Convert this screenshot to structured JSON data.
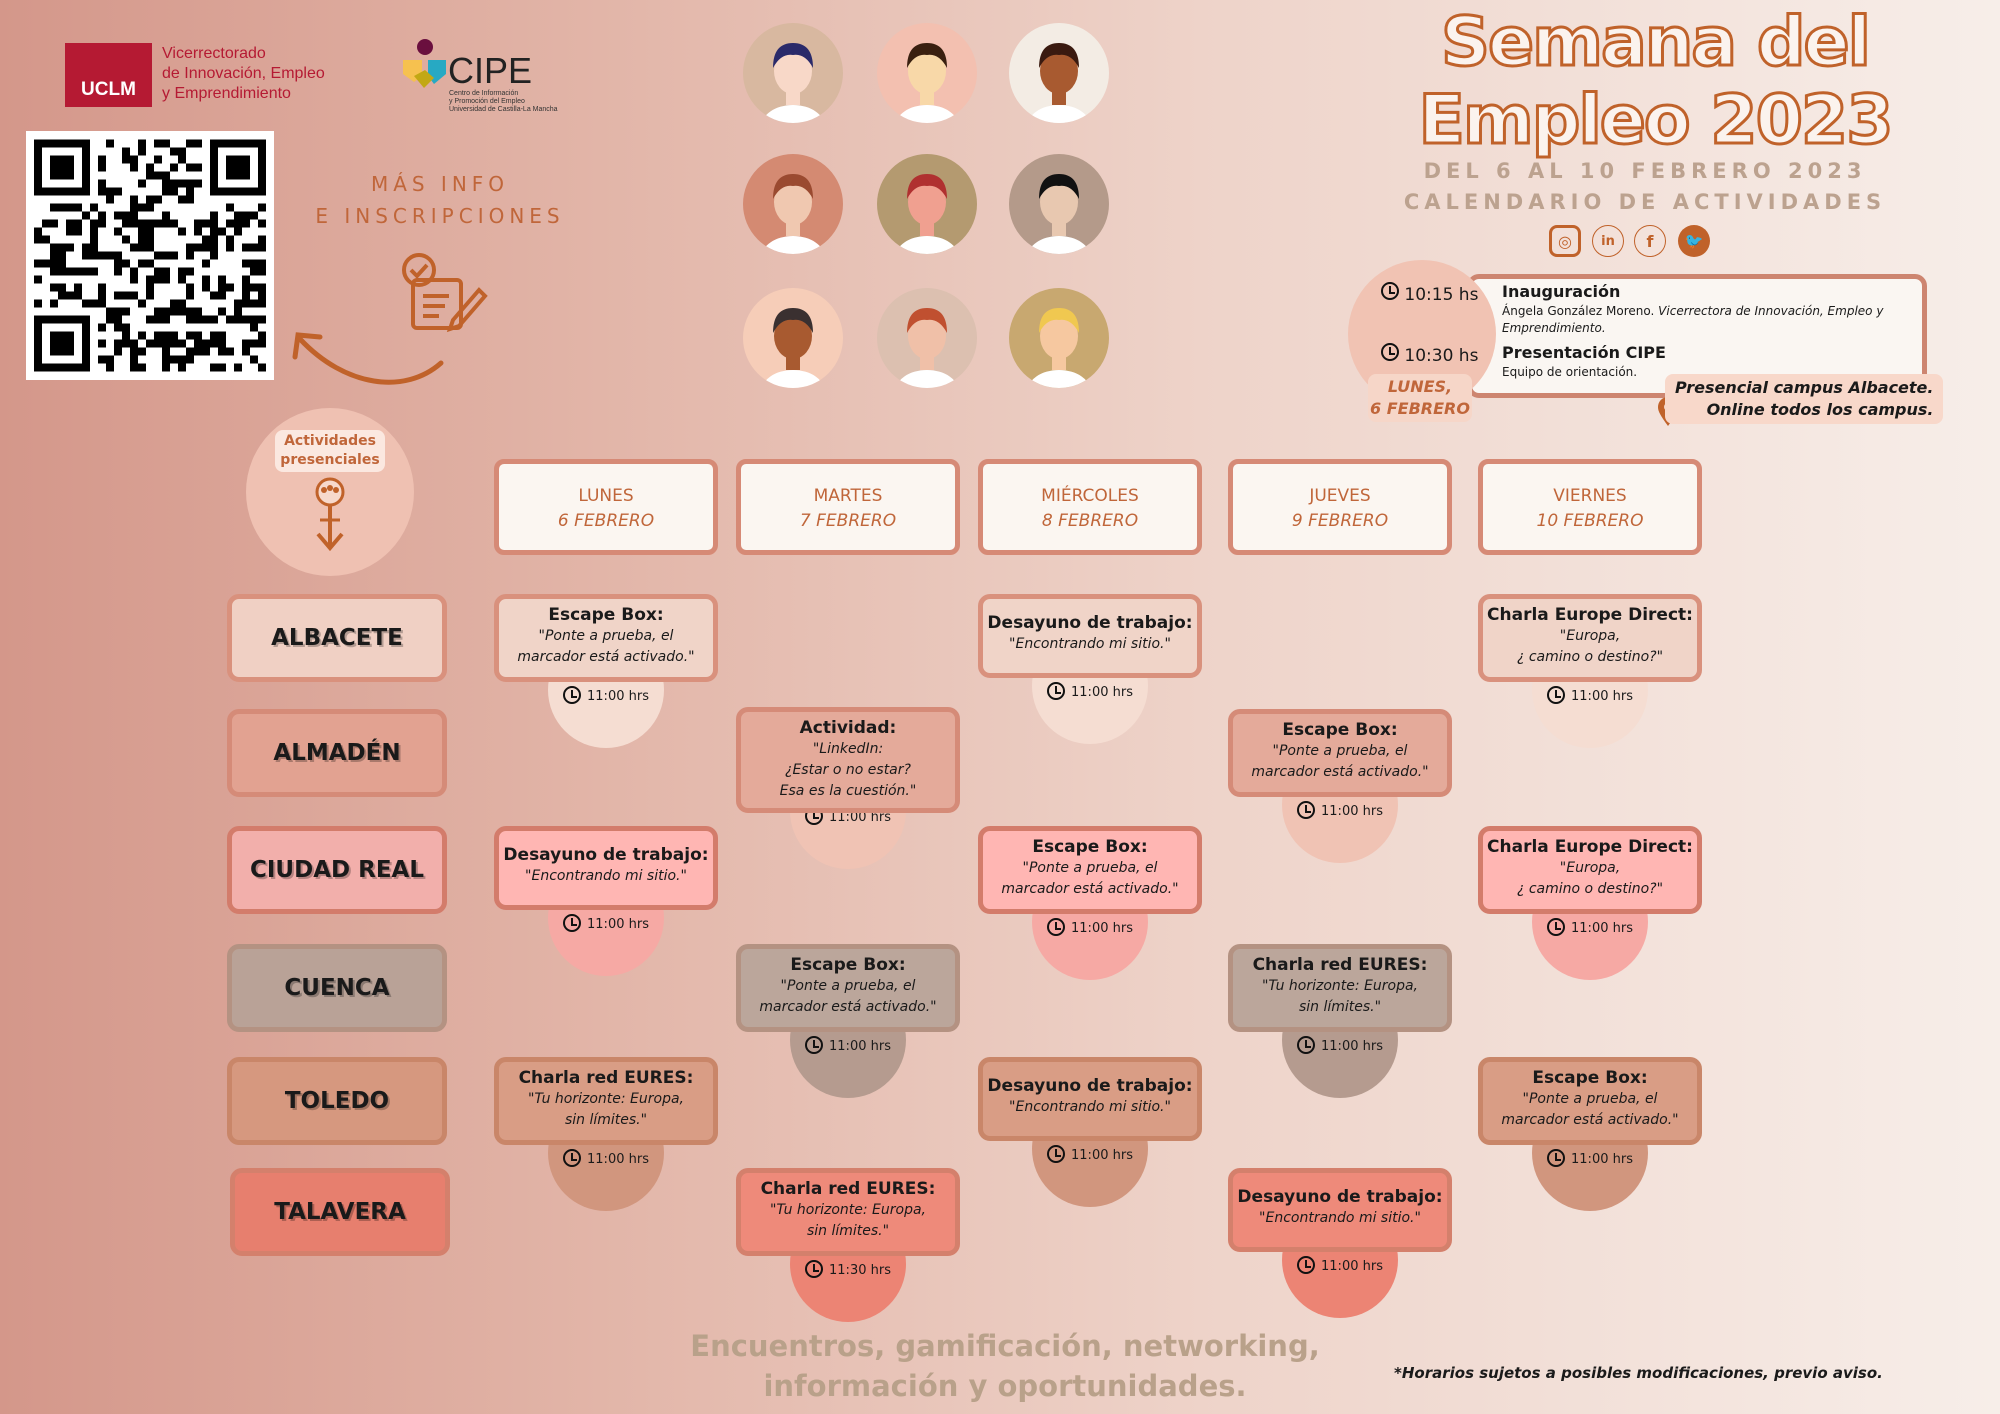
{
  "logos": {
    "uclm": "UCLM",
    "vicerrectorado": [
      "Vicerrectorado",
      "de Innovación, Empleo",
      "y Emprendimiento"
    ],
    "cipe": "CIPE",
    "cipe_sub": [
      "Centro de Información",
      "y Promoción del Empleo",
      "Universidad de Castilla-La Mancha"
    ]
  },
  "info": {
    "line1": "MÁS INFO",
    "line2": "E INSCRIPCIONES"
  },
  "activities_badge": {
    "line1": "Actividades",
    "line2": "presenciales"
  },
  "header": {
    "title_line1": "Semana del",
    "title_line2": "Empleo 2023",
    "dates": "DEL 6 AL 10 FEBRERO 2023",
    "subtitle": "CALENDARIO DE ACTIVIDADES",
    "social": [
      "instagram-icon",
      "linkedin-icon",
      "facebook-icon",
      "twitter-icon"
    ]
  },
  "inauguration": {
    "items": [
      {
        "time": "10:15 hs",
        "title": "Inauguración",
        "desc": "Ángela González Moreno.",
        "desc_italic": "Vicerrectora de Innovación, Empleo y Emprendimiento."
      },
      {
        "time": "10:30 hs",
        "title": "Presentación CIPE",
        "desc": "Equipo de orientación.",
        "desc_italic": ""
      }
    ],
    "day_line1": "LUNES,",
    "day_line2": "6 FEBRERO",
    "location_line1": "Presencial campus Albacete.",
    "location_line2": "Online todos los campus."
  },
  "days": [
    {
      "name": "LUNES",
      "date": "6 FEBRERO"
    },
    {
      "name": "MARTES",
      "date": "7 FEBRERO"
    },
    {
      "name": "MIÉRCOLES",
      "date": "8 FEBRERO"
    },
    {
      "name": "JUEVES",
      "date": "9 FEBRERO"
    },
    {
      "name": "VIERNES",
      "date": "10 FEBRERO"
    }
  ],
  "cities": [
    {
      "name": "ALBACETE",
      "color": "#f0d0c4",
      "card": "#f0d4c8",
      "border": "#d9917d",
      "bubble": "#f5ddd2"
    },
    {
      "name": "ALMADÉN",
      "color": "#e2a291",
      "card": "#e4aa9a",
      "border": "#d58b78",
      "bubble": "#f0c3b4"
    },
    {
      "name": "CIUDAD REAL",
      "color": "#f2afab",
      "card": "#ffb6b3",
      "border": "#d37c6b",
      "bubble": "#f6a9a4"
    },
    {
      "name": "CUENCA",
      "color": "#b9a297",
      "card": "#bba69b",
      "border": "#b49282",
      "bubble": "#b59b8f"
    },
    {
      "name": "TOLEDO",
      "color": "#d6987f",
      "card": "#d99d85",
      "border": "#c98669",
      "bubble": "#d1967e"
    },
    {
      "name": "TALAVERA",
      "color": "#e77f6e",
      "card": "#ee8a7a",
      "border": "#d4806c",
      "bubble": "#ec8474"
    }
  ],
  "events": [
    {
      "city": 0,
      "day": 0,
      "title": "Escape Box:",
      "text": [
        "\"Ponte a prueba, el",
        "marcador está activado.\""
      ],
      "time": "11:00 hrs"
    },
    {
      "city": 0,
      "day": 2,
      "title": "Desayuno de trabajo:",
      "text": [
        "\"Encontrando mi sitio.\""
      ],
      "time": "11:00 hrs"
    },
    {
      "city": 0,
      "day": 4,
      "title": "Charla Europe Direct:",
      "text": [
        "\"Europa,",
        "¿ camino o destino?\""
      ],
      "time": "11:00 hrs"
    },
    {
      "city": 1,
      "day": 1,
      "title": "Actividad:",
      "text": [
        "\"LinkedIn:",
        "¿Estar o no estar?",
        "Esa es la cuestión.\""
      ],
      "time": "11:00 hrs"
    },
    {
      "city": 1,
      "day": 3,
      "title": "Escape Box:",
      "text": [
        "\"Ponte a prueba, el",
        "marcador está activado.\""
      ],
      "time": "11:00 hrs"
    },
    {
      "city": 2,
      "day": 0,
      "title": "Desayuno de trabajo:",
      "text": [
        "\"Encontrando mi sitio.\""
      ],
      "time": "11:00 hrs"
    },
    {
      "city": 2,
      "day": 2,
      "title": "Escape Box:",
      "text": [
        "\"Ponte a prueba, el",
        "marcador está activado.\""
      ],
      "time": "11:00 hrs"
    },
    {
      "city": 2,
      "day": 4,
      "title": "Charla Europe Direct:",
      "text": [
        "\"Europa,",
        "¿ camino o destino?\""
      ],
      "time": "11:00 hrs"
    },
    {
      "city": 3,
      "day": 1,
      "title": "Escape Box:",
      "text": [
        "\"Ponte a prueba, el",
        "marcador está activado.\""
      ],
      "time": "11:00 hrs"
    },
    {
      "city": 3,
      "day": 3,
      "title": "Charla red EURES:",
      "text": [
        "\"Tu horizonte: Europa,",
        "sin límites.\""
      ],
      "time": "11:00 hrs"
    },
    {
      "city": 4,
      "day": 0,
      "title": "Charla red EURES:",
      "text": [
        "\"Tu horizonte: Europa,",
        "sin límites.\""
      ],
      "time": "11:00 hrs"
    },
    {
      "city": 4,
      "day": 2,
      "title": "Desayuno de trabajo:",
      "text": [
        "\"Encontrando mi sitio.\""
      ],
      "time": "11:00 hrs"
    },
    {
      "city": 4,
      "day": 4,
      "title": "Escape Box:",
      "text": [
        "\"Ponte a prueba, el",
        "marcador está activado.\""
      ],
      "time": "11:00 hrs"
    },
    {
      "city": 5,
      "day": 1,
      "title": "Charla red EURES:",
      "text": [
        "\"Tu horizonte: Europa,",
        "sin límites.\""
      ],
      "time": "11:30 hrs"
    },
    {
      "city": 5,
      "day": 3,
      "title": "Desayuno de trabajo:",
      "text": [
        "\"Encontrando mi sitio.\""
      ],
      "time": "11:00 hrs"
    }
  ],
  "footer": {
    "tagline_line1": "Encuentros, gamificación, networking,",
    "tagline_line2": "información y oportunidades.",
    "note": "*Horarios sujetos a posibles modificaciones, previo aviso."
  }
}
